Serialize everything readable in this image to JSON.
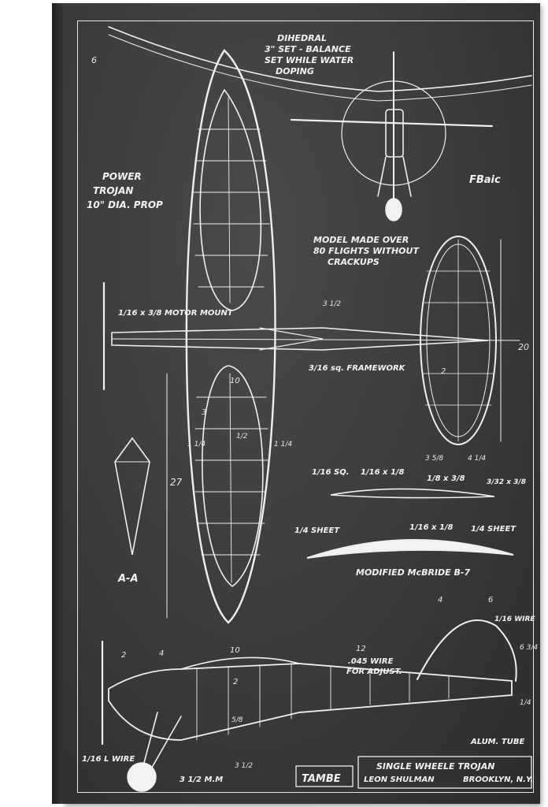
{
  "blueprint": {
    "dihedral_note": [
      "DIHEDRAL",
      "3\" SET - BALANCE",
      "SET WHILE WATER",
      "DOPING"
    ],
    "power_note": [
      "POWER",
      "TROJAN",
      "10\" DIA. PROP"
    ],
    "flights_note": [
      "MODEL MADE OVER",
      "80 FLIGHTS WITHOUT",
      "CRACKUPS"
    ],
    "motor_mount": "1/16 x 3/8 MOTOR MOUNT",
    "framework": "3/16 sq. FRAMEWORK",
    "section_label": "A-A",
    "airfoil_label": "MODIFIED McBRIDE B-7",
    "sheet_left": "1/4 SHEET",
    "sheet_right": "1/4 SHEET",
    "spar_label": "1/16 x 1/8",
    "elev_sq": "1/16 SQ.",
    "elev_mid": "1/16 x 1/8",
    "elev_right": "1/8 x 3/8",
    "elev_far": "3/32 x 3/8",
    "wire_note": [
      ".045 WIRE",
      "FOR ADJUST."
    ],
    "l_wire": "1/16 L WIRE",
    "alum_tube": "ALUM. TUBE",
    "wire_top": "1/16 WIRE",
    "wheel": "3 1/2 M.M",
    "stamp": "TAMBE",
    "title": "SINGLE WHEELE TROJAN",
    "author": "LEON SHULMAN",
    "location": "BROOKLYN, N.Y.",
    "signature": "FBaic",
    "dims": {
      "d6_top": "6",
      "d27": "27",
      "d20": "20",
      "d10": "10",
      "d2": "2",
      "d1_4a": "1 1/4",
      "d1_4b": "1 1/4",
      "d1_2": "1/2",
      "d3": "3",
      "d3_5_8": "3 5/8",
      "d4_1_4": "4 1/4",
      "d2_right": "2",
      "d3_1_2": "3 1/2",
      "side_2": "2",
      "side_4": "4",
      "side_10": "10",
      "side_12": "12",
      "side_2b": "2",
      "side_5_8": "5/8",
      "tail_4": "4",
      "tail_6": "6",
      "tail_6_3_4": "6 3/4",
      "tail_1_4": "1/4",
      "side_3_2": "3 1/2"
    },
    "colors": {
      "board": "#3a3a3a",
      "ink": "#f2f2f2"
    }
  }
}
